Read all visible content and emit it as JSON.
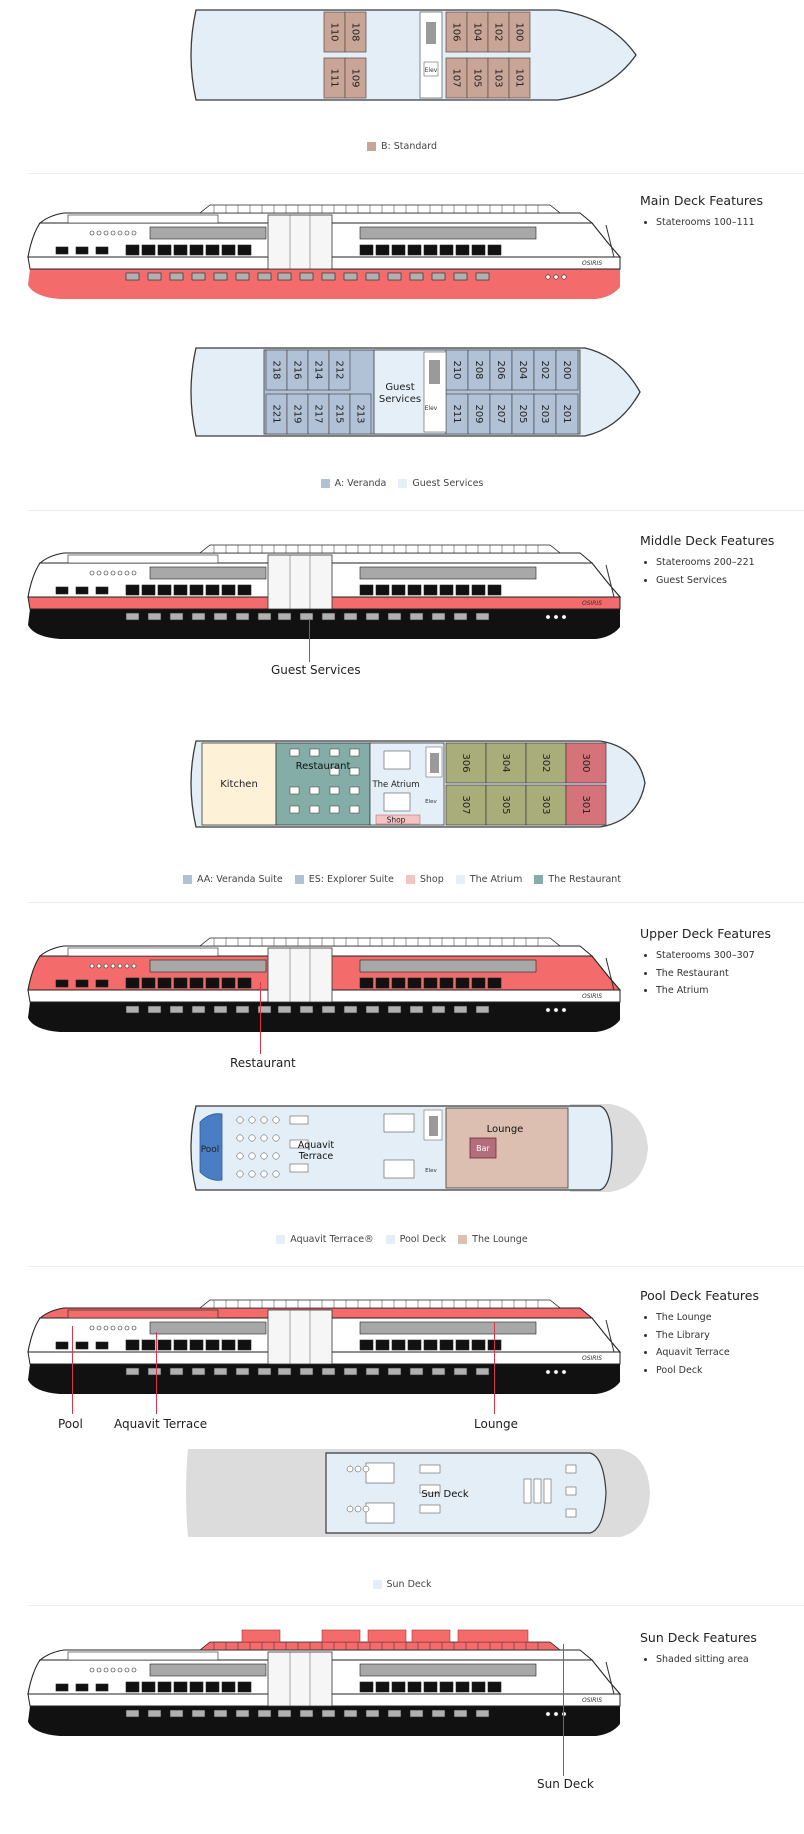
{
  "decks": {
    "main": {
      "title": "Main Deck Features",
      "features": [
        "Staterooms 100–111"
      ],
      "legend": [
        {
          "label": "B: Standard",
          "color": "#c9a597"
        }
      ],
      "rooms_top": [
        "110",
        "108",
        "106",
        "104",
        "102",
        "100"
      ],
      "rooms_bottom": [
        "111",
        "109",
        "107",
        "105",
        "103",
        "101"
      ],
      "elev": "Elev"
    },
    "middle": {
      "title": "Middle Deck Features",
      "features": [
        "Staterooms 200–221",
        "Guest Services"
      ],
      "legend": [
        {
          "label": "A: Veranda",
          "color": "#b2c2d6"
        },
        {
          "label": "Guest Services",
          "color": "#e4eff7"
        }
      ],
      "rooms_top_left": [
        "218",
        "216",
        "214",
        "212"
      ],
      "rooms_bottom_left": [
        "221",
        "219",
        "217",
        "215",
        "213"
      ],
      "rooms_top_right": [
        "210",
        "208",
        "206",
        "204",
        "202",
        "200"
      ],
      "rooms_bottom_right": [
        "211",
        "209",
        "207",
        "205",
        "203",
        "201"
      ],
      "guest_services_label": "Guest Services",
      "elev": "Elev",
      "callouts": [
        "Guest Services"
      ]
    },
    "upper": {
      "title": "Upper Deck Features",
      "features": [
        "Staterooms 300–307",
        "The Restaurant",
        "The Atrium"
      ],
      "legend": [
        {
          "label": "AA: Veranda Suite",
          "color": "#b2c2d6"
        },
        {
          "label": "ES: Explorer Suite",
          "color": "#b2c2d6"
        },
        {
          "label": "Shop",
          "color": "#f4c4c4"
        },
        {
          "label": "The Atrium",
          "color": "#e4eff7"
        },
        {
          "label": "The Restaurant",
          "color": "#84ada7"
        }
      ],
      "kitchen": "Kitchen",
      "restaurant": "Restaurant",
      "atrium": "The Atrium",
      "shop": "Shop",
      "elev": "Elev",
      "rooms_top": [
        "306",
        "304",
        "302",
        "300"
      ],
      "rooms_bottom": [
        "307",
        "305",
        "303",
        "301"
      ],
      "callouts": [
        "Restaurant"
      ]
    },
    "pool": {
      "title": "Pool Deck Features",
      "features": [
        "The Lounge",
        "The Library",
        "Aquavit Terrace",
        "Pool Deck"
      ],
      "legend": [
        {
          "label": "Aquavit Terrace®",
          "color": "#e4eff7"
        },
        {
          "label": "Pool Deck",
          "color": "#e4eff7"
        },
        {
          "label": "The Lounge",
          "color": "#dcbfb0"
        }
      ],
      "pool": "Pool",
      "aquavit": "Aquavit Terrace",
      "lounge": "Lounge",
      "bar": "Bar",
      "elev": "Elev",
      "callouts": [
        "Pool",
        "Aquavit Terrace",
        "Lounge"
      ]
    },
    "sun": {
      "title": "Sun Deck Features",
      "features": [
        "Shaded sitting area"
      ],
      "legend": [
        {
          "label": "Sun Deck",
          "color": "#e4eff7"
        }
      ],
      "sun_deck": "Sun Deck",
      "callouts": [
        "Sun Deck"
      ]
    }
  },
  "ship_name": "OSIRIS",
  "colors": {
    "highlight": "#f36b6b",
    "callout_line": "#d8364b",
    "deck_fill": "#e3eef6",
    "standard_room": "#c9a597",
    "veranda_room": "#b2c2d6",
    "suite_green": "#a9ad7a",
    "suite_red": "#d4737a",
    "restaurant": "#84ada7",
    "kitchen": "#fdf1d8",
    "lounge": "#dcbfb0"
  }
}
